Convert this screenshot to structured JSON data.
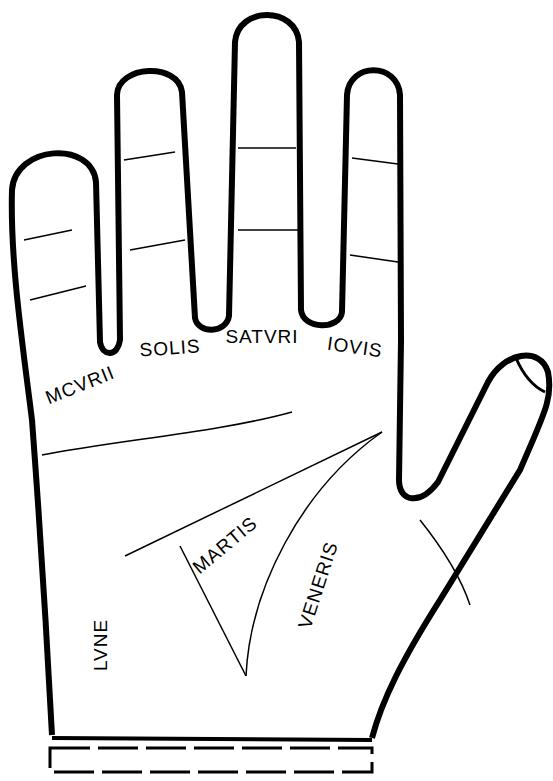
{
  "diagram": {
    "labels": [
      "MCVRII",
      "SOLIS",
      "SATVRI",
      "IOVIS",
      "MARTIS",
      "VENERIS",
      "LVNE"
    ]
  }
}
